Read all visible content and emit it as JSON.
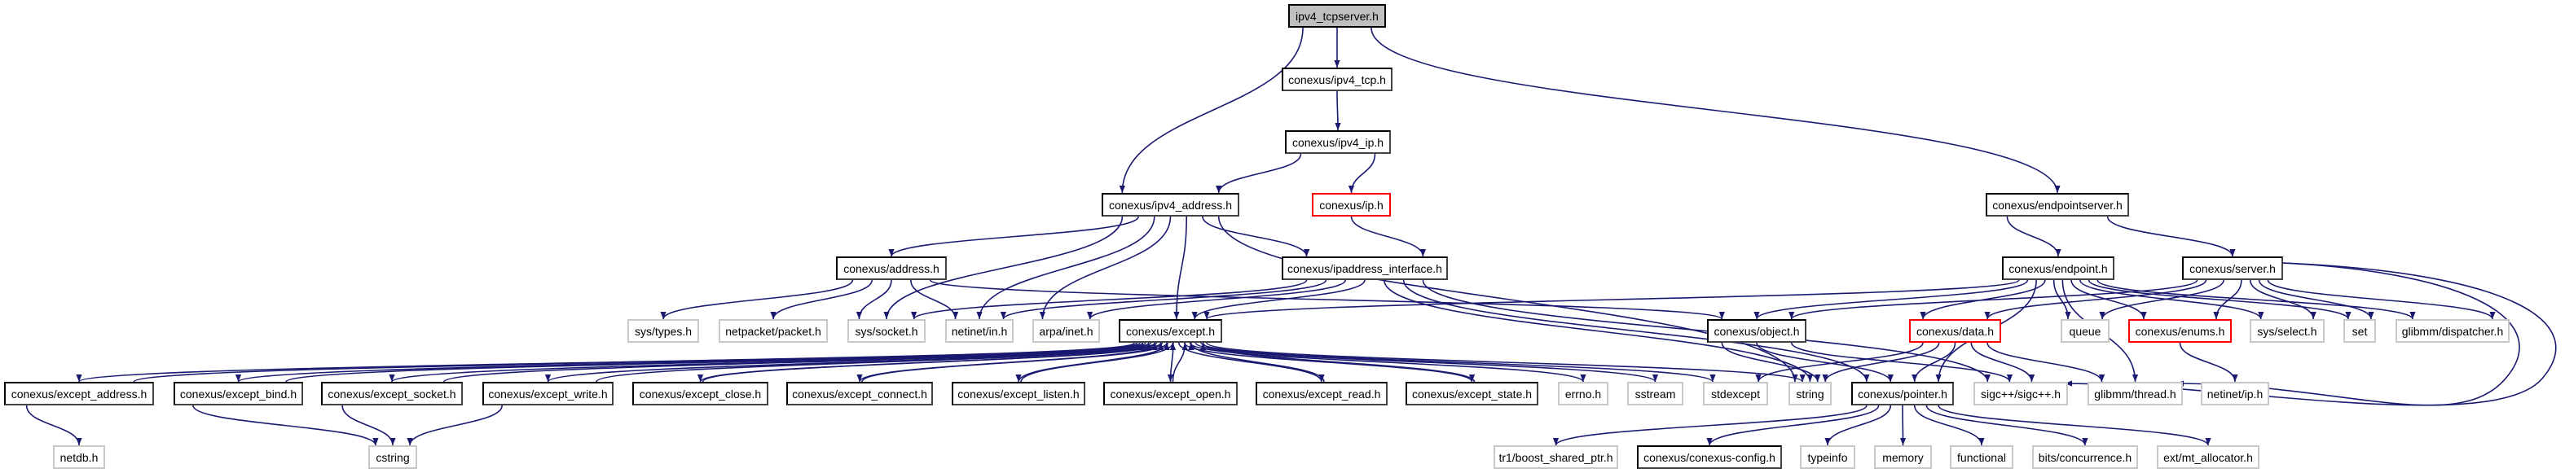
{
  "graph": {
    "colors": {
      "edge": "#191970",
      "gray_border": "#c8c8c8",
      "red_border": "#ff0000",
      "root_fill": "#bfbfbf"
    },
    "nodes": [
      {
        "id": "tcpserver",
        "label": "ipv4_tcpserver.h",
        "style": "root"
      },
      {
        "id": "ipv4_tcp",
        "label": "conexus/ipv4_tcp.h",
        "style": "black"
      },
      {
        "id": "ipv4_ip",
        "label": "conexus/ipv4_ip.h",
        "style": "black"
      },
      {
        "id": "ipv4_address",
        "label": "conexus/ipv4_address.h",
        "style": "black"
      },
      {
        "id": "ip",
        "label": "conexus/ip.h",
        "style": "red"
      },
      {
        "id": "endpointserver",
        "label": "conexus/endpointserver.h",
        "style": "black"
      },
      {
        "id": "address",
        "label": "conexus/address.h",
        "style": "black"
      },
      {
        "id": "ipaddress_interface",
        "label": "conexus/ipaddress_interface.h",
        "style": "black"
      },
      {
        "id": "endpoint",
        "label": "conexus/endpoint.h",
        "style": "black"
      },
      {
        "id": "server",
        "label": "conexus/server.h",
        "style": "black"
      },
      {
        "id": "sys_types",
        "label": "sys/types.h",
        "style": "gray"
      },
      {
        "id": "netpacket",
        "label": "netpacket/packet.h",
        "style": "gray"
      },
      {
        "id": "sys_socket",
        "label": "sys/socket.h",
        "style": "gray"
      },
      {
        "id": "netinet_in",
        "label": "netinet/in.h",
        "style": "gray"
      },
      {
        "id": "arpa_inet",
        "label": "arpa/inet.h",
        "style": "gray"
      },
      {
        "id": "except",
        "label": "conexus/except.h",
        "style": "black"
      },
      {
        "id": "object",
        "label": "conexus/object.h",
        "style": "black"
      },
      {
        "id": "data",
        "label": "conexus/data.h",
        "style": "red"
      },
      {
        "id": "queue",
        "label": "queue",
        "style": "gray"
      },
      {
        "id": "enums",
        "label": "conexus/enums.h",
        "style": "red"
      },
      {
        "id": "sys_select",
        "label": "sys/select.h",
        "style": "gray"
      },
      {
        "id": "set",
        "label": "set",
        "style": "gray"
      },
      {
        "id": "dispatcher",
        "label": "glibmm/dispatcher.h",
        "style": "gray"
      },
      {
        "id": "except_address",
        "label": "conexus/except_address.h",
        "style": "black"
      },
      {
        "id": "except_bind",
        "label": "conexus/except_bind.h",
        "style": "black"
      },
      {
        "id": "except_socket",
        "label": "conexus/except_socket.h",
        "style": "black"
      },
      {
        "id": "except_write",
        "label": "conexus/except_write.h",
        "style": "black"
      },
      {
        "id": "except_close",
        "label": "conexus/except_close.h",
        "style": "black"
      },
      {
        "id": "except_connect",
        "label": "conexus/except_connect.h",
        "style": "black"
      },
      {
        "id": "except_listen",
        "label": "conexus/except_listen.h",
        "style": "black"
      },
      {
        "id": "except_open",
        "label": "conexus/except_open.h",
        "style": "black"
      },
      {
        "id": "except_read",
        "label": "conexus/except_read.h",
        "style": "black"
      },
      {
        "id": "except_state",
        "label": "conexus/except_state.h",
        "style": "black"
      },
      {
        "id": "errno",
        "label": "errno.h",
        "style": "gray"
      },
      {
        "id": "sstream",
        "label": "sstream",
        "style": "gray"
      },
      {
        "id": "stdexcept",
        "label": "stdexcept",
        "style": "gray"
      },
      {
        "id": "string",
        "label": "string",
        "style": "gray"
      },
      {
        "id": "pointer",
        "label": "conexus/pointer.h",
        "style": "black"
      },
      {
        "id": "sigc",
        "label": "sigc++/sigc++.h",
        "style": "gray"
      },
      {
        "id": "thread",
        "label": "glibmm/thread.h",
        "style": "gray"
      },
      {
        "id": "netinet_ip",
        "label": "netinet/ip.h",
        "style": "gray"
      },
      {
        "id": "netdb",
        "label": "netdb.h",
        "style": "gray"
      },
      {
        "id": "cstring",
        "label": "cstring",
        "style": "gray"
      },
      {
        "id": "tr1",
        "label": "tr1/boost_shared_ptr.h",
        "style": "gray"
      },
      {
        "id": "config",
        "label": "conexus/conexus-config.h",
        "style": "black"
      },
      {
        "id": "typeinfo",
        "label": "typeinfo",
        "style": "gray"
      },
      {
        "id": "memory",
        "label": "memory",
        "style": "gray"
      },
      {
        "id": "functional",
        "label": "functional",
        "style": "gray"
      },
      {
        "id": "bits",
        "label": "bits/concurrence.h",
        "style": "gray"
      },
      {
        "id": "mt_alloc",
        "label": "ext/mt_allocator.h",
        "style": "gray"
      }
    ],
    "edges": [
      [
        "tcpserver",
        "ipv4_tcp"
      ],
      [
        "tcpserver",
        "ipv4_address"
      ],
      [
        "tcpserver",
        "endpointserver"
      ],
      [
        "ipv4_tcp",
        "ipv4_ip"
      ],
      [
        "ipv4_ip",
        "ipv4_address"
      ],
      [
        "ipv4_ip",
        "ip"
      ],
      [
        "ip",
        "ipaddress_interface"
      ],
      [
        "ipv4_address",
        "address"
      ],
      [
        "ipv4_address",
        "ipaddress_interface"
      ],
      [
        "ipv4_address",
        "sys_socket"
      ],
      [
        "ipv4_address",
        "netinet_in"
      ],
      [
        "ipv4_address",
        "arpa_inet"
      ],
      [
        "ipv4_address",
        "except"
      ],
      [
        "ipv4_address",
        "string"
      ],
      [
        "address",
        "sys_types"
      ],
      [
        "address",
        "netpacket"
      ],
      [
        "address",
        "sys_socket"
      ],
      [
        "address",
        "netinet_in"
      ],
      [
        "address",
        "object"
      ],
      [
        "ipaddress_interface",
        "sys_socket"
      ],
      [
        "ipaddress_interface",
        "netinet_in"
      ],
      [
        "ipaddress_interface",
        "arpa_inet"
      ],
      [
        "ipaddress_interface",
        "except"
      ],
      [
        "ipaddress_interface",
        "string"
      ],
      [
        "ipaddress_interface",
        "pointer"
      ],
      [
        "ipaddress_interface",
        "sigc"
      ],
      [
        "endpointserver",
        "endpoint"
      ],
      [
        "endpointserver",
        "server"
      ],
      [
        "endpoint",
        "except"
      ],
      [
        "endpoint",
        "object"
      ],
      [
        "endpoint",
        "data"
      ],
      [
        "endpoint",
        "pointer"
      ],
      [
        "endpoint",
        "thread"
      ],
      [
        "endpoint",
        "queue"
      ],
      [
        "endpoint",
        "enums"
      ],
      [
        "endpoint",
        "sys_select"
      ],
      [
        "endpoint",
        "set"
      ],
      [
        "endpoint",
        "dispatcher"
      ],
      [
        "server",
        "object"
      ],
      [
        "server",
        "data"
      ],
      [
        "server",
        "queue"
      ],
      [
        "server",
        "enums"
      ],
      [
        "server",
        "sys_select"
      ],
      [
        "server",
        "set"
      ],
      [
        "server",
        "dispatcher"
      ],
      [
        "server",
        "sigc"
      ],
      [
        "server",
        "thread"
      ],
      [
        "except",
        "except_address"
      ],
      [
        "except_address",
        "except"
      ],
      [
        "except",
        "except_bind"
      ],
      [
        "except_bind",
        "except"
      ],
      [
        "except",
        "except_socket"
      ],
      [
        "except_socket",
        "except"
      ],
      [
        "except",
        "except_write"
      ],
      [
        "except_write",
        "except"
      ],
      [
        "except",
        "except_close"
      ],
      [
        "except_close",
        "except"
      ],
      [
        "except",
        "except_connect"
      ],
      [
        "except_connect",
        "except"
      ],
      [
        "except",
        "except_listen"
      ],
      [
        "except_listen",
        "except"
      ],
      [
        "except",
        "except_open"
      ],
      [
        "except_open",
        "except"
      ],
      [
        "except",
        "except_read"
      ],
      [
        "except_read",
        "except"
      ],
      [
        "except",
        "except_state"
      ],
      [
        "except_state",
        "except"
      ],
      [
        "except",
        "errno"
      ],
      [
        "except",
        "sstream"
      ],
      [
        "except",
        "stdexcept"
      ],
      [
        "except",
        "string"
      ],
      [
        "except_address",
        "netdb"
      ],
      [
        "except_bind",
        "cstring"
      ],
      [
        "except_socket",
        "cstring"
      ],
      [
        "except_write",
        "cstring"
      ],
      [
        "object",
        "string"
      ],
      [
        "object",
        "pointer"
      ],
      [
        "object",
        "sigc"
      ],
      [
        "data",
        "stdexcept"
      ],
      [
        "data",
        "string"
      ],
      [
        "data",
        "pointer"
      ],
      [
        "data",
        "sigc"
      ],
      [
        "data",
        "thread"
      ],
      [
        "enums",
        "netinet_ip"
      ],
      [
        "pointer",
        "tr1"
      ],
      [
        "pointer",
        "config"
      ],
      [
        "pointer",
        "typeinfo"
      ],
      [
        "pointer",
        "memory"
      ],
      [
        "pointer",
        "functional"
      ],
      [
        "pointer",
        "bits"
      ],
      [
        "pointer",
        "mt_alloc"
      ]
    ]
  }
}
